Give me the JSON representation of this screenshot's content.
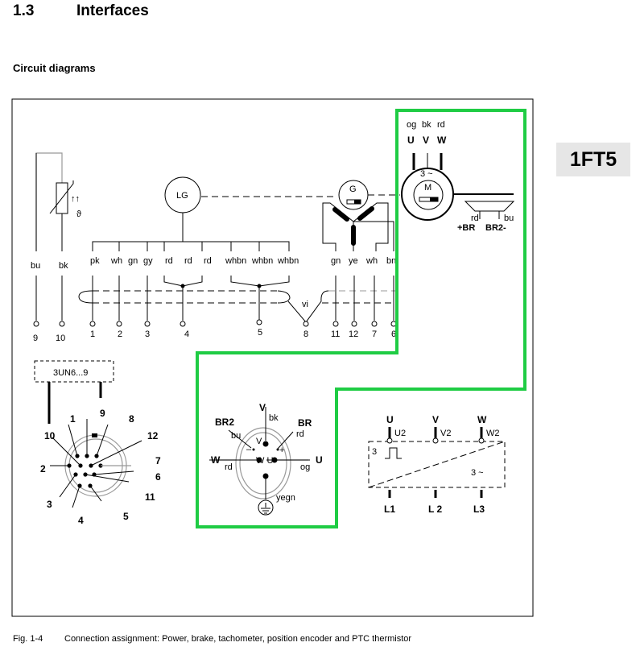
{
  "header": {
    "section_number": "1.3",
    "section_title": "Interfaces",
    "subheading": "Circuit diagrams"
  },
  "badge": "1FT5",
  "caption": {
    "number": "Fig. 1-4",
    "text": "Connection assignment: Power, brake, tachometer, position encoder and PTC thermistor"
  },
  "colors": {
    "highlight": "#1fcc44",
    "badge_bg": "#e6e6e6"
  },
  "thermistor": {
    "wires": [
      "bu",
      "bk"
    ],
    "terminals": [
      "9",
      "10"
    ],
    "symbol": "↑↑",
    "theta": "ϑ"
  },
  "encoder": {
    "label": "LG",
    "wires": [
      "pk",
      "wh",
      "gn",
      "gy",
      "rd",
      "rd",
      "rd",
      "whbn",
      "whbn",
      "whbn"
    ],
    "terminals": [
      "1",
      "2",
      "3",
      "4",
      "5"
    ]
  },
  "shield": {
    "label": "vi",
    "terminal": "8"
  },
  "tacho": {
    "label": "G",
    "wires": [
      "gn",
      "ye",
      "wh",
      "bn"
    ],
    "terminals": [
      "11",
      "12",
      "7",
      "6"
    ]
  },
  "motor": {
    "label": "M",
    "phase": "3 ~",
    "wire_colors": [
      "og",
      "bk",
      "rd"
    ],
    "phases": [
      "U",
      "V",
      "W"
    ],
    "brake_wires": [
      "rd",
      "bu"
    ],
    "brake_labels": [
      "+BR",
      "BR2-"
    ]
  },
  "signal_connector": {
    "device": "3UN6...9",
    "pins": [
      "1",
      "9",
      "8",
      "10",
      "12",
      "2",
      "7",
      "6",
      "3",
      "11",
      "4",
      "5"
    ]
  },
  "power_connector": {
    "top": "V",
    "top_color": "bk",
    "br2": "BR2",
    "br2_color": "bu",
    "br": "BR",
    "br_color": "rd",
    "left": "W",
    "left_color": "rd",
    "right": "U",
    "right_color": "og",
    "inner_v": "V",
    "inner_wu": "W U",
    "minus": "–",
    "plus": "+",
    "earth_color": "yegn"
  },
  "converter": {
    "inputs": [
      "U",
      "V",
      "W"
    ],
    "input_terms": [
      "U2",
      "V2",
      "W2"
    ],
    "pulse": "3",
    "ac": "3 ~",
    "outputs": [
      "L1",
      "L 2",
      "L3"
    ]
  }
}
